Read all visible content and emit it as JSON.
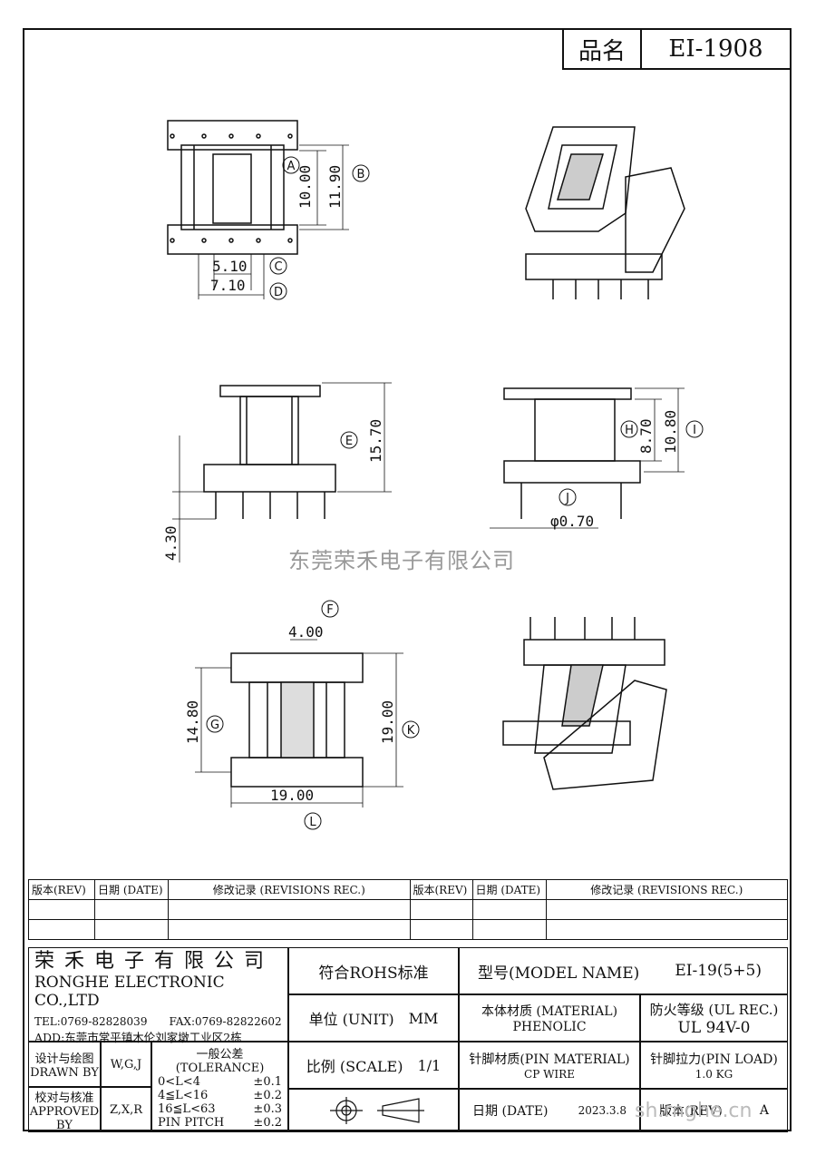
{
  "header": {
    "name_label": "品名",
    "name_value": "EI-1908"
  },
  "dimensions": {
    "a": "10.00",
    "b": "11.90",
    "c": "5.10",
    "d": "7.10",
    "e": "15.70",
    "f": "4.30",
    "h": "8.70",
    "i": "10.80",
    "j": "φ0.70",
    "k": "4.00",
    "g": "14.80",
    "l": "19.00",
    "m": "19.00"
  },
  "markers": [
    "A",
    "B",
    "C",
    "D",
    "E",
    "F",
    "G",
    "H",
    "I",
    "J",
    "K",
    "L"
  ],
  "watermark": "东莞荣禾电子有限公司",
  "revisions": {
    "headers": [
      "版本(REV)",
      "日期 (DATE)",
      "修改记录 (REVISIONS REC.)",
      "版本(REV)",
      "日期 (DATE)",
      "修改记录 (REVISIONS REC.)"
    ]
  },
  "company": {
    "name_cn": "荣 禾 电 子 有 限 公 司",
    "name_en": "RONGHE ELECTRONIC CO.,LTD",
    "tel": "TEL:0769-82828039",
    "fax": "FAX:0769-82822602",
    "addr": "ADD:东莞市常平镇木伦刘家墩工业区2栋"
  },
  "roles": {
    "design_label": "设计与绘图",
    "design_en": "DRAWN BY",
    "design_names": "W,G,J",
    "approve_label": "校对与核准",
    "approve_en": "APPROVED BY",
    "approve_names": "Z,X,R"
  },
  "tolerance": {
    "title": "一般公差(TOLERANCE)",
    "rows": [
      {
        "range": "0<L<4",
        "tol": "±0.1"
      },
      {
        "range": "4≦L<16",
        "tol": "±0.2"
      },
      {
        "range": "16≦L<63",
        "tol": "±0.3"
      },
      {
        "range": "PIN PITCH",
        "tol": "±0.2"
      }
    ]
  },
  "rohs": "符合ROHS标准",
  "unit": {
    "label": "单位 (UNIT)",
    "value": "MM"
  },
  "scale": {
    "label": "比例 (SCALE)",
    "value": "1/1"
  },
  "model": {
    "label": "型号(MODEL NAME)",
    "value": "EI-19(5+5)"
  },
  "material": {
    "label": "本体材质 (MATERIAL)",
    "value": "PHENOLIC"
  },
  "fire": {
    "label": "防火等级 (UL REC.)",
    "value": "UL 94V-0"
  },
  "pin_material": {
    "label": "针脚材质(PIN MATERIAL)",
    "value": "CP WIRE"
  },
  "pin_load": {
    "label": "针脚拉力(PIN LOAD)",
    "value": "1.0 KG"
  },
  "date": {
    "label": "日期 (DATE)",
    "value": "2023.3.8"
  },
  "version": {
    "label": "版本(REV)",
    "value": "A"
  },
  "site_mark": "sh.rnghe.cn"
}
